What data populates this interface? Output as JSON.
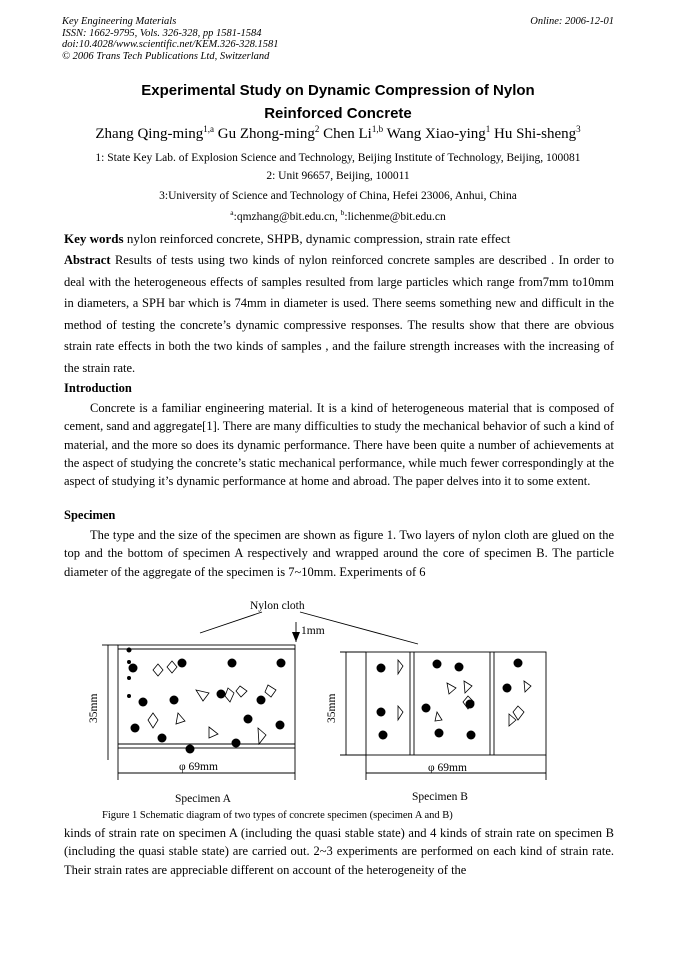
{
  "header": {
    "journal": "Key Engineering Materials",
    "issn": "ISSN: 1662-9795, Vols. 326-328, pp 1581-1584",
    "doi": "doi:10.4028/www.scientific.net/KEM.326-328.1581",
    "copyright": "© 2006 Trans Tech Publications Ltd, Switzerland",
    "online": "Online: 2006-12-01"
  },
  "title": {
    "line1": "Experimental Study on Dynamic Compression of Nylon",
    "line2": "Reinforced Concrete"
  },
  "authors": [
    {
      "name": "Zhang Qing-ming",
      "sup": "1,a"
    },
    {
      "name": "Gu Zhong-ming",
      "sup": "2"
    },
    {
      "name": "Chen Li",
      "sup": "1,b"
    },
    {
      "name": "Wang Xiao-ying",
      "sup": "1"
    },
    {
      "name": "Hu Shi-sheng",
      "sup": "3"
    }
  ],
  "affiliations": {
    "aff1": "1: State Key Lab. of Explosion Science and Technology, Beijing Institute of Technology, Beijing, 100081",
    "aff2": "2: Unit 96657, Beijing, 100011",
    "aff3": "3:University of Science and Technology of China, Hefei 23006, Anhui, China",
    "email_a_sup": "a",
    "email_a": ":qmzhang@bit.edu.cn, ",
    "email_b_sup": "b",
    "email_b": ":lichenme@bit.edu.cn"
  },
  "keywords": {
    "label": "Key words",
    "text": " nylon reinforced concrete, SHPB, dynamic compression, strain rate effect"
  },
  "abstract": {
    "label": "Abstract",
    "text": " Results of tests using two kinds of nylon reinforced concrete samples are described . In order to deal with the heterogeneous effects of samples resulted from large particles which range from7mm to10mm in diameters, a SPH bar which is 74mm in diameter is used. There seems something new and difficult in the method of testing the concrete’s dynamic compressive responses. The results show that there are obvious strain rate effects in both the two kinds of samples , and the failure strength increases with the increasing of the strain rate."
  },
  "introduction": {
    "heading": "Introduction",
    "text": "Concrete is a familiar engineering material. It is a kind of heterogeneous material that is composed of cement, sand and aggregate[1]. There are many difficulties to study the mechanical behavior of such a kind of material, and the more so does its dynamic performance. There have been quite a number of achievements at the aspect of studying the concrete’s static mechanical performance, while much fewer correspondingly at the aspect of studying it’s dynamic performance at home and abroad. The paper delves into it to some extent."
  },
  "specimen": {
    "heading": "Specimen",
    "text": "The type and the size of the specimen are shown as figure 1. Two layers of nylon cloth are glued on the top and the bottom of specimen A respectively and wrapped around the core of specimen B. The particle diameter of the aggregate of the specimen is 7~10mm. Experiments of 6"
  },
  "figure": {
    "nylon_label": "Nylon cloth",
    "thickness_label": "1mm",
    "height_label_a": "35mm",
    "height_label_b": "35mm",
    "diameter_label_a": "φ 69mm",
    "diameter_label_b": "φ 69mm",
    "label_a": "Specimen A",
    "label_b": "Specimen B",
    "caption": "Figure 1 Schematic diagram of two types of concrete specimen (specimen A and B)"
  },
  "continuation": {
    "text": "kinds of strain rate on specimen A (including the quasi stable state) and 4 kinds of strain rate on specimen B (including the quasi stable state) are carried out. 2~3 experiments are performed on each kind of strain rate. Their strain rates are appreciable different on account of the heterogeneity of the"
  }
}
